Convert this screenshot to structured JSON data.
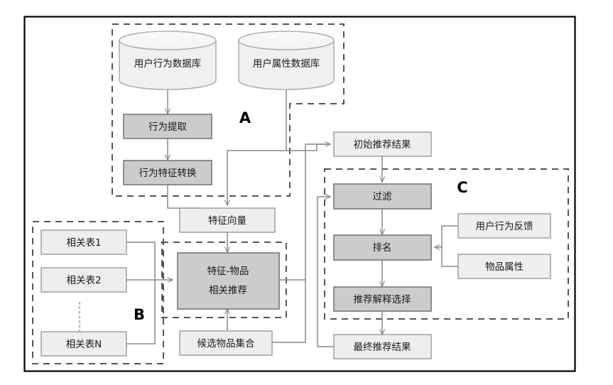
{
  "diagram": {
    "title": "Recommendation system architecture flowchart",
    "frame": {
      "border_color": "#000000",
      "background": "#fffffe"
    },
    "colors": {
      "light_fill": "#eeeeee",
      "dark_fill": "#cccccc",
      "cylinder_fill": "#f0f0f0",
      "node_stroke": "#9a9a9a",
      "dark_node_stroke": "#777777",
      "dashed_stroke": "#555555",
      "arrow_stroke": "#8a8a8a",
      "text": "#1a1a1a"
    },
    "groups": [
      {
        "id": "A",
        "label": "A"
      },
      {
        "id": "B",
        "label": "B"
      },
      {
        "id": "C",
        "label": "C"
      }
    ],
    "nodes": [
      {
        "id": "user-behavior-db",
        "label": "用户行为数据库",
        "shape": "cylinder",
        "style": "light"
      },
      {
        "id": "user-attribute-db",
        "label": "用户属性数据库",
        "shape": "cylinder",
        "style": "light"
      },
      {
        "id": "behavior-extraction",
        "label": "行为提取",
        "shape": "rect",
        "style": "dark"
      },
      {
        "id": "behavior-feature-conv",
        "label": "行为特征转换",
        "shape": "rect",
        "style": "dark"
      },
      {
        "id": "feature-vector",
        "label": "特征向量",
        "shape": "rect",
        "style": "light"
      },
      {
        "id": "relation-table-1",
        "label": "相关表1",
        "shape": "rect",
        "style": "light"
      },
      {
        "id": "relation-table-2",
        "label": "相关表2",
        "shape": "rect",
        "style": "light"
      },
      {
        "id": "relation-table-n",
        "label": "相关表N",
        "shape": "rect",
        "style": "light"
      },
      {
        "id": "feature-item-rec",
        "label": "特征-物品",
        "label2": "相关推荐",
        "shape": "rect",
        "style": "dark"
      },
      {
        "id": "candidate-item-set",
        "label": "候选物品集合",
        "shape": "rect",
        "style": "light"
      },
      {
        "id": "initial-rec-result",
        "label": "初始推荐结果",
        "shape": "rect",
        "style": "light"
      },
      {
        "id": "filter",
        "label": "过滤",
        "shape": "rect",
        "style": "dark"
      },
      {
        "id": "ranking",
        "label": "排名",
        "shape": "rect",
        "style": "dark"
      },
      {
        "id": "rec-explanation-select",
        "label": "推荐解释选择",
        "shape": "rect",
        "style": "dark"
      },
      {
        "id": "final-rec-result",
        "label": "最终推荐结果",
        "shape": "rect",
        "style": "light"
      },
      {
        "id": "user-behavior-feedback",
        "label": "用户行为反馈",
        "shape": "rect",
        "style": "light"
      },
      {
        "id": "item-attribute",
        "label": "物品属性",
        "shape": "rect",
        "style": "light"
      }
    ],
    "edges": [
      {
        "from": "user-behavior-db",
        "to": "behavior-extraction"
      },
      {
        "from": "behavior-extraction",
        "to": "behavior-feature-conv"
      },
      {
        "from": "behavior-feature-conv",
        "to": "feature-vector"
      },
      {
        "from": "user-attribute-db",
        "to": "feature-vector"
      },
      {
        "from": "user-attribute-db",
        "to": "initial-rec-result"
      },
      {
        "from": "feature-vector",
        "to": "feature-item-rec"
      },
      {
        "from": "relation-table-1",
        "to": "feature-item-rec"
      },
      {
        "from": "relation-table-2",
        "to": "feature-item-rec"
      },
      {
        "from": "relation-table-n",
        "to": "feature-item-rec"
      },
      {
        "from": "candidate-item-set",
        "to": "feature-item-rec"
      },
      {
        "from": "candidate-item-set",
        "to": "initial-rec-result"
      },
      {
        "from": "feature-item-rec",
        "to": "initial-rec-result"
      },
      {
        "from": "initial-rec-result",
        "to": "filter"
      },
      {
        "from": "filter",
        "to": "ranking"
      },
      {
        "from": "ranking",
        "to": "rec-explanation-select"
      },
      {
        "from": "rec-explanation-select",
        "to": "final-rec-result"
      },
      {
        "from": "final-rec-result",
        "to": "filter"
      },
      {
        "from": "user-behavior-feedback",
        "to": "ranking"
      },
      {
        "from": "item-attribute",
        "to": "ranking"
      }
    ]
  }
}
